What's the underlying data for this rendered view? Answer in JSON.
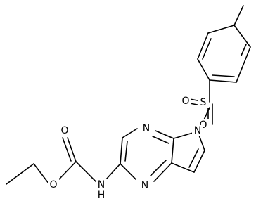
{
  "molecule": {
    "atom_labels": {
      "N_pyrazine_top": "N",
      "N_pyrrole": "N",
      "N_pyrazine_bottom": "N",
      "S": "S",
      "O_sulfonyl_left": "O",
      "O_sulfonyl_bottom": "O",
      "O_carbonyl": "O",
      "O_ester": "O",
      "N_carbamate": "N",
      "H_carbamate": "H"
    }
  }
}
